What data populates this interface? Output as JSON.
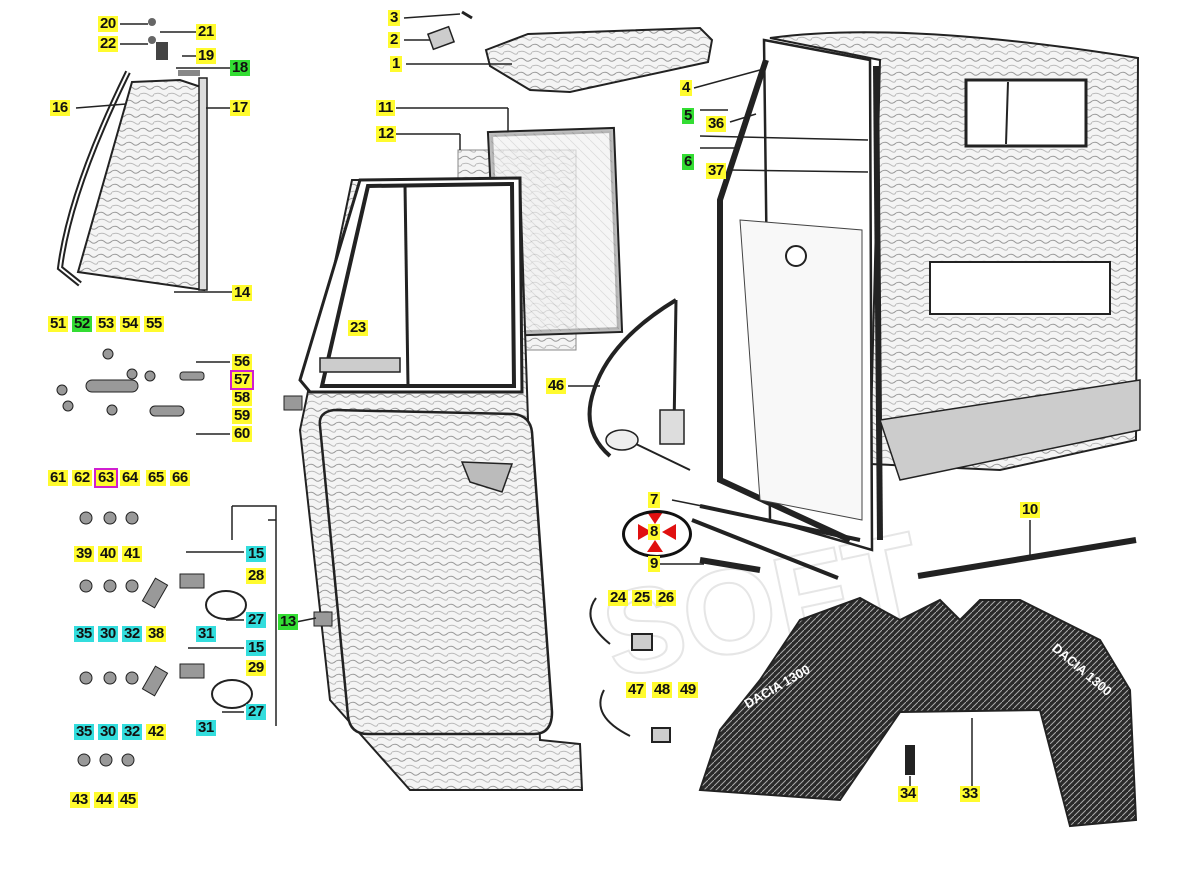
{
  "colors": {
    "callout_default": "#fffb2e",
    "callout_green": "#33dd33",
    "callout_cyan": "#33dddd",
    "callout_magenta_border": "#d01fd0",
    "selection_arrow": "#e01010",
    "line_art": "#111111"
  },
  "callouts": [
    {
      "id": "20",
      "text": "20",
      "style": "yellow"
    },
    {
      "id": "21",
      "text": "21",
      "style": "yellow"
    },
    {
      "id": "22",
      "text": "22",
      "style": "yellow"
    },
    {
      "id": "19",
      "text": "19",
      "style": "yellow"
    },
    {
      "id": "18",
      "text": "18",
      "style": "green"
    },
    {
      "id": "16",
      "text": "16",
      "style": "yellow"
    },
    {
      "id": "17",
      "text": "17",
      "style": "yellow"
    },
    {
      "id": "14",
      "text": "14",
      "style": "yellow"
    },
    {
      "id": "3",
      "text": "3",
      "style": "yellow"
    },
    {
      "id": "2",
      "text": "2",
      "style": "yellow"
    },
    {
      "id": "1",
      "text": "1",
      "style": "yellow"
    },
    {
      "id": "4",
      "text": "4",
      "style": "yellow"
    },
    {
      "id": "5",
      "text": "5",
      "style": "green"
    },
    {
      "id": "36",
      "text": "36",
      "style": "yellow"
    },
    {
      "id": "6",
      "text": "6",
      "style": "green"
    },
    {
      "id": "37",
      "text": "37",
      "style": "yellow"
    },
    {
      "id": "11",
      "text": "11",
      "style": "yellow"
    },
    {
      "id": "12",
      "text": "12",
      "style": "yellow"
    },
    {
      "id": "23",
      "text": "23",
      "style": "yellow"
    },
    {
      "id": "46",
      "text": "46",
      "style": "yellow"
    },
    {
      "id": "51",
      "text": "51",
      "style": "yellow"
    },
    {
      "id": "52",
      "text": "52",
      "style": "green"
    },
    {
      "id": "53",
      "text": "53",
      "style": "yellow"
    },
    {
      "id": "54",
      "text": "54",
      "style": "yellow"
    },
    {
      "id": "55",
      "text": "55",
      "style": "yellow"
    },
    {
      "id": "56",
      "text": "56",
      "style": "yellow"
    },
    {
      "id": "57",
      "text": "57",
      "style": "magenta"
    },
    {
      "id": "58",
      "text": "58",
      "style": "yellow"
    },
    {
      "id": "59",
      "text": "59",
      "style": "yellow"
    },
    {
      "id": "60",
      "text": "60",
      "style": "yellow"
    },
    {
      "id": "61",
      "text": "61",
      "style": "yellow"
    },
    {
      "id": "62",
      "text": "62",
      "style": "yellow"
    },
    {
      "id": "63",
      "text": "63",
      "style": "magenta"
    },
    {
      "id": "64",
      "text": "64",
      "style": "yellow"
    },
    {
      "id": "65",
      "text": "65",
      "style": "yellow"
    },
    {
      "id": "66",
      "text": "66",
      "style": "yellow"
    },
    {
      "id": "39",
      "text": "39",
      "style": "yellow"
    },
    {
      "id": "40",
      "text": "40",
      "style": "yellow"
    },
    {
      "id": "41",
      "text": "41",
      "style": "yellow"
    },
    {
      "id": "15a",
      "text": "15",
      "style": "cyan"
    },
    {
      "id": "28",
      "text": "28",
      "style": "yellow"
    },
    {
      "id": "35a",
      "text": "35",
      "style": "cyan"
    },
    {
      "id": "30a",
      "text": "30",
      "style": "cyan"
    },
    {
      "id": "32a",
      "text": "32",
      "style": "cyan"
    },
    {
      "id": "38",
      "text": "38",
      "style": "yellow"
    },
    {
      "id": "31a",
      "text": "31",
      "style": "cyan"
    },
    {
      "id": "27a",
      "text": "27",
      "style": "cyan"
    },
    {
      "id": "13",
      "text": "13",
      "style": "green"
    },
    {
      "id": "15b",
      "text": "15",
      "style": "cyan"
    },
    {
      "id": "29",
      "text": "29",
      "style": "yellow"
    },
    {
      "id": "35b",
      "text": "35",
      "style": "cyan"
    },
    {
      "id": "30b",
      "text": "30",
      "style": "cyan"
    },
    {
      "id": "32b",
      "text": "32",
      "style": "cyan"
    },
    {
      "id": "42",
      "text": "42",
      "style": "yellow"
    },
    {
      "id": "31b",
      "text": "31",
      "style": "cyan"
    },
    {
      "id": "27b",
      "text": "27",
      "style": "cyan"
    },
    {
      "id": "43",
      "text": "43",
      "style": "yellow"
    },
    {
      "id": "44",
      "text": "44",
      "style": "yellow"
    },
    {
      "id": "45",
      "text": "45",
      "style": "yellow"
    },
    {
      "id": "7",
      "text": "7",
      "style": "yellow"
    },
    {
      "id": "8",
      "text": "8",
      "style": "yellow"
    },
    {
      "id": "9",
      "text": "9",
      "style": "yellow"
    },
    {
      "id": "10",
      "text": "10",
      "style": "yellow"
    },
    {
      "id": "24",
      "text": "24",
      "style": "yellow"
    },
    {
      "id": "25",
      "text": "25",
      "style": "yellow"
    },
    {
      "id": "26",
      "text": "26",
      "style": "yellow"
    },
    {
      "id": "47",
      "text": "47",
      "style": "yellow"
    },
    {
      "id": "48",
      "text": "48",
      "style": "yellow"
    },
    {
      "id": "49",
      "text": "49",
      "style": "yellow"
    },
    {
      "id": "34",
      "text": "34",
      "style": "yellow"
    },
    {
      "id": "33",
      "text": "33",
      "style": "yellow"
    }
  ],
  "mat_lettering": [
    "DACIA 1300",
    "DACIA 1300"
  ],
  "watermark": "SOFT"
}
